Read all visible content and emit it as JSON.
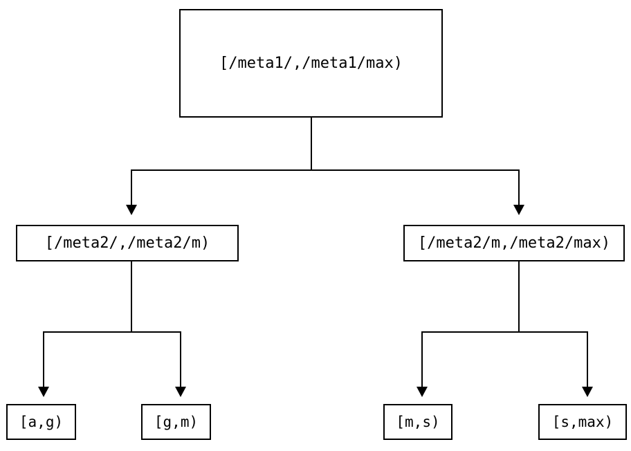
{
  "diagram": {
    "type": "tree",
    "nodes": {
      "root": {
        "label": "[/meta1/,/meta1/max)"
      },
      "left_child": {
        "label": "[/meta2/,/meta2/m)"
      },
      "right_child": {
        "label": "[/meta2/m,/meta2/max)"
      },
      "leaf_ag": {
        "label": "[a,g)"
      },
      "leaf_gm": {
        "label": "[g,m)"
      },
      "leaf_ms": {
        "label": "[m,s)"
      },
      "leaf_smax": {
        "label": "[s,max)"
      }
    },
    "edges": [
      {
        "from": "[/meta1/,/meta1/max)",
        "to": "[/meta2/,/meta2/m)"
      },
      {
        "from": "[/meta1/,/meta1/max)",
        "to": "[/meta2/m,/meta2/max)"
      },
      {
        "from": "[/meta2/,/meta2/m)",
        "to": "[a,g)"
      },
      {
        "from": "[/meta2/,/meta2/m)",
        "to": "[g,m)"
      },
      {
        "from": "[/meta2/m,/meta2/max)",
        "to": "[m,s)"
      },
      {
        "from": "[/meta2/m,/meta2/max)",
        "to": "[s,max)"
      }
    ],
    "colors": {
      "background": "#ffffff",
      "line": "#000000",
      "text": "#000000"
    }
  }
}
